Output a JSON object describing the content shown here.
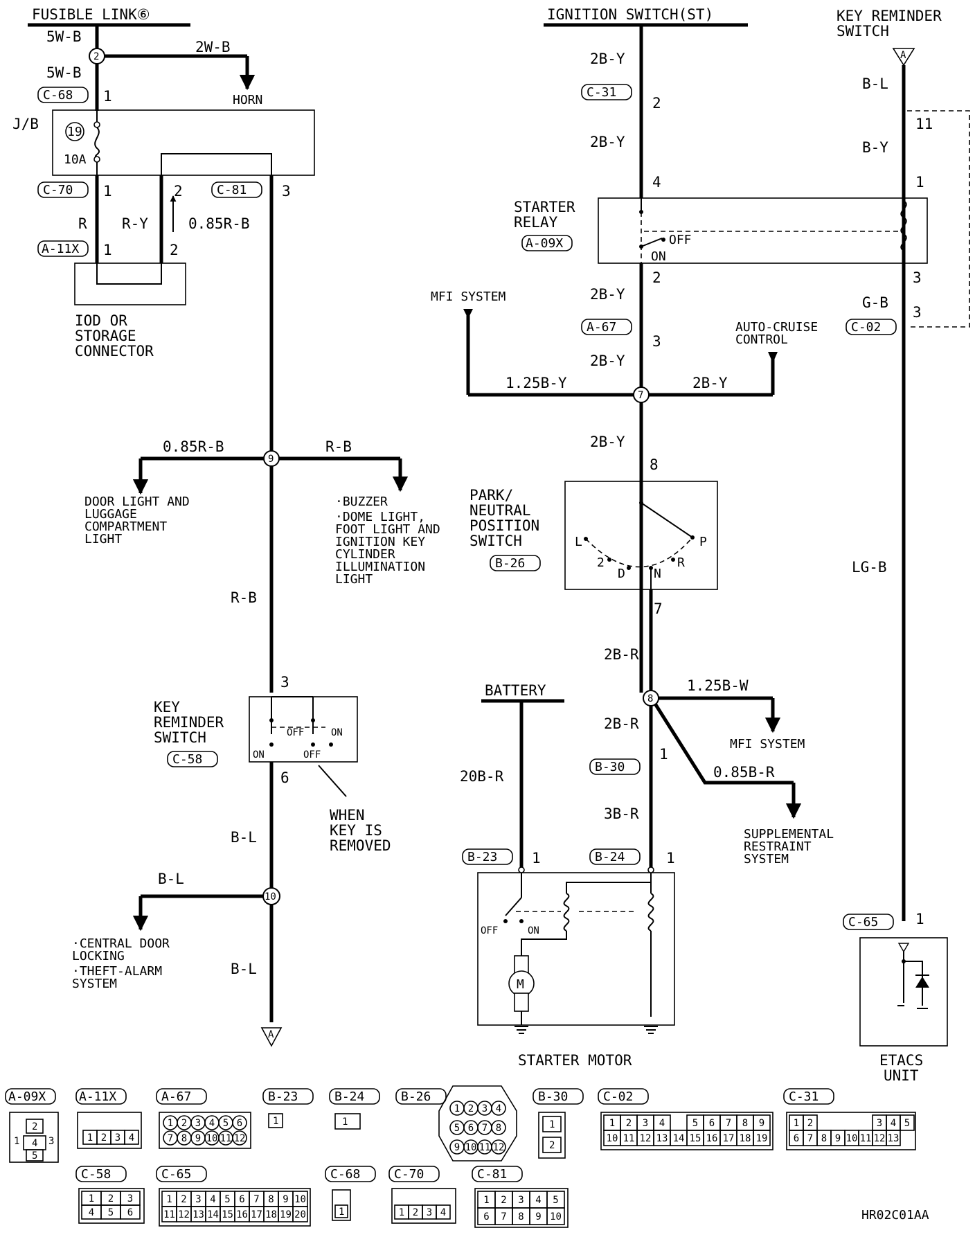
{
  "headers": {
    "fusible_link": "FUSIBLE LINK⑥",
    "ignition_switch": "IGNITION SWITCH(ST)",
    "key_reminder_top": [
      "KEY REMINDER",
      "SWITCH"
    ],
    "battery": "BATTERY",
    "starter_motor": "STARTER MOTOR",
    "etacs": [
      "ETACS",
      "UNIT"
    ]
  },
  "wires": {
    "w_5wb_1": "5W-B",
    "w_5wb_2": "5W-B",
    "w_2wb": "2W-B",
    "w_r": "R",
    "w_ry": "R-Y",
    "w_085rb_a": "0.85R-B",
    "w_085rb_b": "0.85R-B",
    "w_rb_a": "R-B",
    "w_rb_b": "R-B",
    "w_bl_a": "B-L",
    "w_bl_b": "B-L",
    "w_bl_c": "B-L",
    "w_2by_1": "2B-Y",
    "w_2by_2": "2B-Y",
    "w_2by_3": "2B-Y",
    "w_2by_4": "2B-Y",
    "w_2by_5": "2B-Y",
    "w_2by_6": "2B-Y",
    "w_125by": "1.25B-Y",
    "w_2br_1": "2B-R",
    "w_2br_2": "2B-R",
    "w_125bw": "1.25B-W",
    "w_085br": "0.85B-R",
    "w_3br": "3B-R",
    "w_20br": "20B-R",
    "w_bl_r": "B-L",
    "w_by_r": "B-Y",
    "w_gb_r": "G-B",
    "w_lgb_r": "LG-B"
  },
  "connectors": {
    "c68": "C-68",
    "c70": "C-70",
    "c81": "C-81",
    "a11x": "A-11X",
    "c58": "C-58",
    "c31": "C-31",
    "a09x": "A-09X",
    "a67": "A-67",
    "b26": "B-26",
    "b30": "B-30",
    "b23": "B-23",
    "b24": "B-24",
    "c02": "C-02",
    "c65": "C-65"
  },
  "pins": {
    "c68_1": "1",
    "c70_1": "1",
    "c70_2": "2",
    "c81_3": "3",
    "a11_1": "1",
    "a11_2": "2",
    "krs_3": "3",
    "krs_6": "6",
    "c31_2": "2",
    "sr_4": "4",
    "sr_2": "2",
    "a67_3": "3",
    "pn_8": "8",
    "pn_7": "7",
    "b30_1": "1",
    "b23_1": "1",
    "b24_1": "1",
    "kr_11": "11",
    "sr_1": "1",
    "sr_3": "3",
    "c02_3": "3",
    "c65_1": "1"
  },
  "nodes": {
    "n2": "2",
    "n7": "7",
    "n8": "8",
    "n9": "9",
    "n10": "10",
    "fuse_no": "19"
  },
  "labels": {
    "horn": "HORN",
    "jb": "J/B",
    "fuse_amp": "10A",
    "iod": [
      "IOD OR",
      "STORAGE",
      "CONNECTOR"
    ],
    "door_light": [
      "DOOR LIGHT AND",
      "LUGGAGE",
      "COMPARTMENT",
      "LIGHT"
    ],
    "buzzer": "·BUZZER",
    "dome": [
      "·DOME LIGHT,",
      " FOOT LIGHT AND",
      " IGNITION KEY",
      " CYLINDER",
      " ILLUMINATION",
      " LIGHT"
    ],
    "key_rem_sw": [
      "KEY",
      "REMINDER",
      "SWITCH"
    ],
    "off": "OFF",
    "on": "ON",
    "when_key": [
      "WHEN",
      "KEY IS",
      "REMOVED"
    ],
    "central": [
      "·CENTRAL DOOR",
      " LOCKING",
      "·THEFT-ALARM",
      " SYSTEM"
    ],
    "conn_a": "A",
    "starter_relay": [
      "STARTER",
      "RELAY"
    ],
    "mfi_1": "MFI SYSTEM",
    "mfi_2": "MFI SYSTEM",
    "auto_cruise": [
      "AUTO-CRUISE",
      "CONTROL"
    ],
    "pn_switch": [
      "PARK/",
      "NEUTRAL",
      "POSITION",
      "SWITCH"
    ],
    "pn_pos": {
      "l": "L",
      "two": "2",
      "d": "D",
      "n": "N",
      "r": "R",
      "p": "P"
    },
    "srs": [
      "SUPPLEMENTAL",
      "RESTRAINT",
      "SYSTEM"
    ],
    "motor": "M",
    "code": "HR02C01AA"
  },
  "connector_views": {
    "a09x": {
      "label": "A-09X",
      "pins": [
        "2",
        "4",
        "3",
        "1",
        "5"
      ]
    },
    "a11x": {
      "label": "A-11X",
      "pins": [
        "1",
        "2",
        "3",
        "4"
      ]
    },
    "a67": {
      "label": "A-67",
      "pins": [
        "1",
        "2",
        "3",
        "4",
        "5",
        "6",
        "7",
        "8",
        "9",
        "10",
        "11",
        "12"
      ]
    },
    "b23": {
      "label": "B-23",
      "pins": [
        "1"
      ]
    },
    "b24": {
      "label": "B-24",
      "pins": [
        "1"
      ]
    },
    "b26": {
      "label": "B-26",
      "pins": [
        "1",
        "2",
        "3",
        "4",
        "5",
        "6",
        "7",
        "8",
        "9",
        "10",
        "11",
        "12"
      ]
    },
    "b30": {
      "label": "B-30",
      "pins": [
        "1",
        "2"
      ]
    },
    "c02": {
      "label": "C-02",
      "pins": [
        "1",
        "2",
        "3",
        "4",
        "5",
        "6",
        "7",
        "8",
        "9",
        "10",
        "11",
        "12",
        "13",
        "14",
        "15",
        "16",
        "17",
        "18",
        "19"
      ]
    },
    "c31": {
      "label": "C-31",
      "pins": [
        "1",
        "2",
        "3",
        "4",
        "5",
        "6",
        "7",
        "8",
        "9",
        "10",
        "11",
        "12",
        "13"
      ]
    },
    "c58": {
      "label": "C-58",
      "pins": [
        "1",
        "2",
        "3",
        "4",
        "5",
        "6"
      ]
    },
    "c65": {
      "label": "C-65",
      "pins": [
        "1",
        "2",
        "3",
        "4",
        "5",
        "6",
        "7",
        "8",
        "9",
        "10",
        "11",
        "12",
        "13",
        "14",
        "15",
        "16",
        "17",
        "18",
        "19",
        "20"
      ]
    },
    "c68": {
      "label": "C-68",
      "pins": [
        "1"
      ]
    },
    "c70": {
      "label": "C-70",
      "pins": [
        "1",
        "2",
        "3",
        "4"
      ]
    },
    "c81": {
      "label": "C-81",
      "pins": [
        "1",
        "2",
        "3",
        "4",
        "5",
        "6",
        "7",
        "8",
        "9",
        "10"
      ]
    }
  }
}
